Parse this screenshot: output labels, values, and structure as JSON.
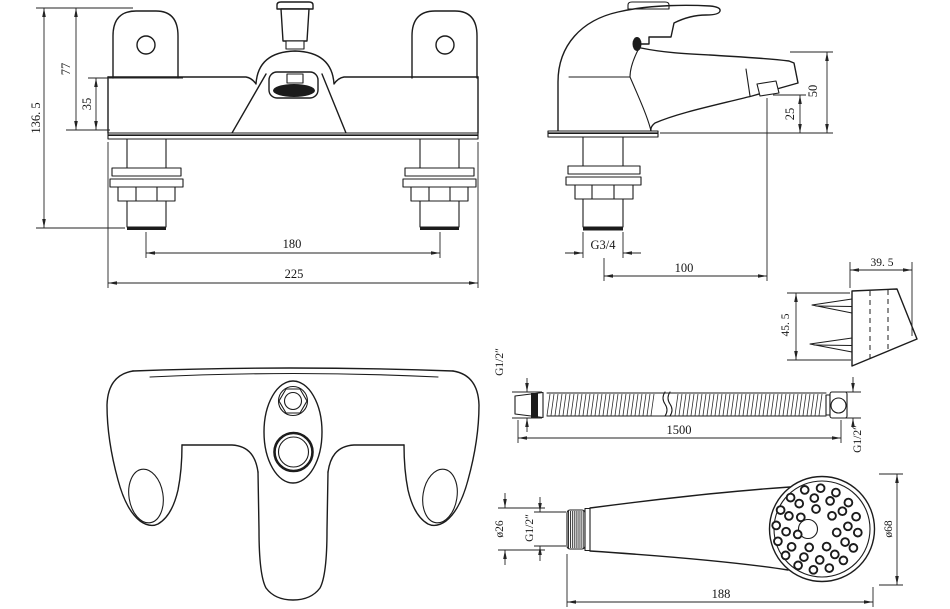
{
  "colors": {
    "line": "#1c1c1c",
    "background": "#ffffff"
  },
  "views": {
    "front": {
      "dims": {
        "total_height": "136. 5",
        "body_height": "77",
        "upper_height": "35",
        "inlet_spacing": "180",
        "overall_width": "225"
      }
    },
    "side": {
      "dims": {
        "spout_height": "50",
        "outlet_clearance": "25",
        "inlet_thread": "G3/4",
        "spout_reach": "100"
      }
    },
    "bracket": {
      "dims": {
        "width": "39. 5",
        "height": "45. 5"
      }
    },
    "hose": {
      "dims": {
        "cone_thread": "G1/2″",
        "length": "1500",
        "nut_thread": "G1/2″"
      }
    },
    "handset": {
      "dims": {
        "handle_diameter": "ø26",
        "thread": "G1/2″",
        "head_diameter": "ø68",
        "length": "188"
      }
    }
  }
}
